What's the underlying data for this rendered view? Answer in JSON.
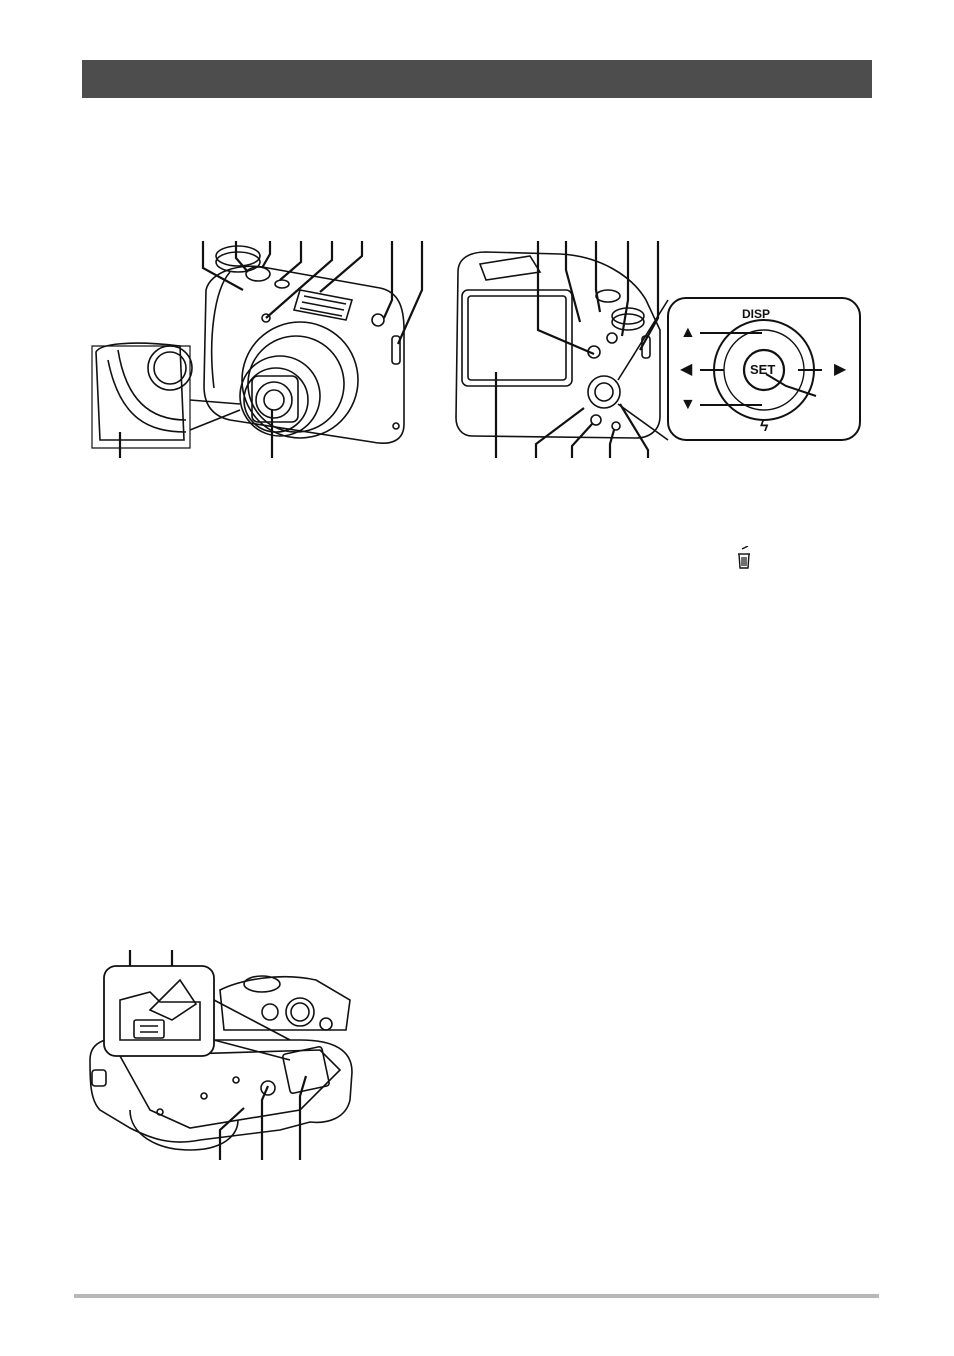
{
  "page": {
    "header_text": "",
    "footer_text": ""
  },
  "back_panel": {
    "disp_label": "DISP",
    "set_label": "SET",
    "up_glyph": "▲",
    "down_glyph": "▼",
    "left_glyph": "◀",
    "right_glyph": "▶",
    "flash_glyph": "ϟ"
  },
  "trash_icon": "trash-icon",
  "colors": {
    "header": "#4d4d4d",
    "footer_rule": "#b8b8b8",
    "line": "#111111"
  }
}
